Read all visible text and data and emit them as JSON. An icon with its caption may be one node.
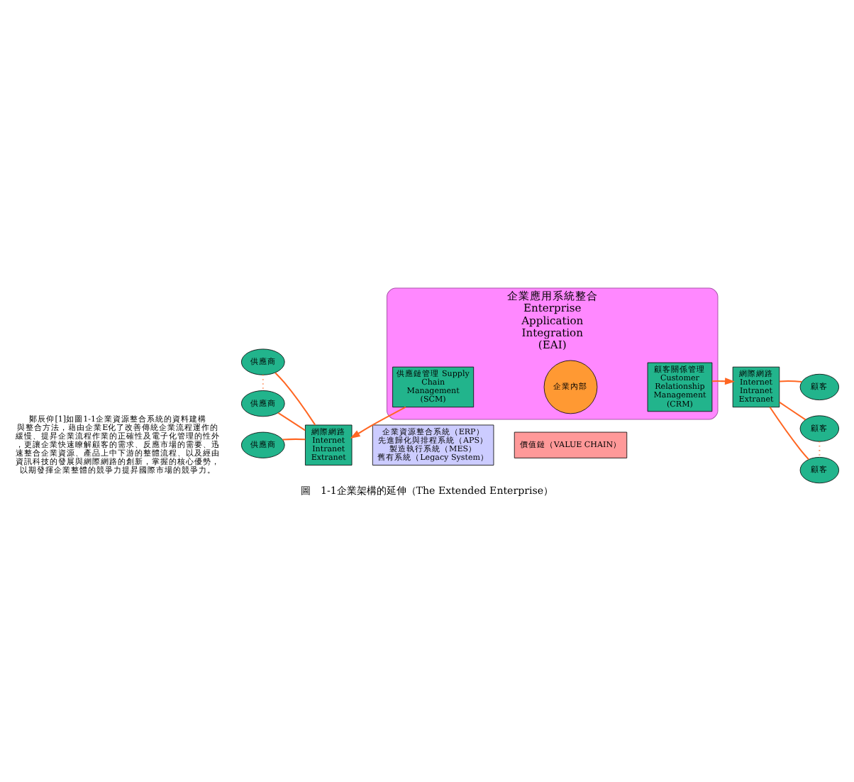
{
  "diagram": {
    "caption": "圖　1-1企業架構的延伸（The Extended Enterprise）",
    "nodes": [
      {
        "text": [
          "企業應用系統整合",
          "Enterprise Application Integration (EAI)"
        ]
      },
      {
        "text": [
          "供應商"
        ]
      },
      {
        "text": [
          "供應商"
        ]
      },
      {
        "text": [
          "供應商"
        ]
      },
      {
        "text": [
          "網際網路 Internet Intranet Extranet"
        ]
      },
      {
        "text": [
          "供應鏈管理 Supply Chain Management (SCM)"
        ],
        "in": 0
      },
      {
        "text": [
          "企業內部"
        ],
        "in": 0
      },
      {
        "text": [
          "顧客關係管理 Customer Relationship Management (CRM)"
        ],
        "in": 0
      },
      {
        "text": [
          "網際網路 Internet Intranet Extranet"
        ]
      },
      {
        "text": [
          "顧客"
        ]
      },
      {
        "text": [
          "顧客"
        ]
      },
      {
        "text": [
          "顧客"
        ]
      },
      {
        "text": [
          "企業資源整合系統（ERP）",
          "先進歸化與排程系統（APS）",
          "製造執行系統（MES）",
          "舊有系統（Legacy System）"
        ]
      },
      {
        "text": [
          "價值鏈（VALUE CHAIN）"
        ]
      }
    ],
    "edges": [
      {
        "from": 5,
        "to": 4,
        "arrow": "to"
      },
      {
        "from": 7,
        "to": 8,
        "arrow": "to"
      },
      {
        "from": 1,
        "to": 4,
        "arrow": "none"
      },
      {
        "from": 2,
        "to": 4,
        "arrow": "none"
      },
      {
        "from": 3,
        "to": 4,
        "arrow": "none"
      },
      {
        "from": 2,
        "to": 3,
        "arrow": "none",
        "style": "dashed"
      },
      {
        "from": 8,
        "to": 9,
        "arrow": "none"
      },
      {
        "from": 8,
        "to": 10,
        "arrow": "none"
      },
      {
        "from": 8,
        "to": 11,
        "arrow": "none"
      },
      {
        "from": 10,
        "to": 11,
        "arrow": "none",
        "style": "dashed"
      }
    ],
    "labels": [
      "鄭辰仰[1]如圖1-1企業資源整合系統的資料建構與整合方法，藉由企業E化了改善傳統企業流程運作的緩慢、提昇企業流程作業的正確性及電子化管理的性外，更讓企業快速瞭解顧客的需求、反應市場的需要、迅速整合企業資源、產品上中下游的整體流程、以及經由資訊科技的發展與網際網路的創新，掌握的核心優勢，以期發揮企業整體的競爭力提昇國際市場的競爭力。"
    ]
  }
}
